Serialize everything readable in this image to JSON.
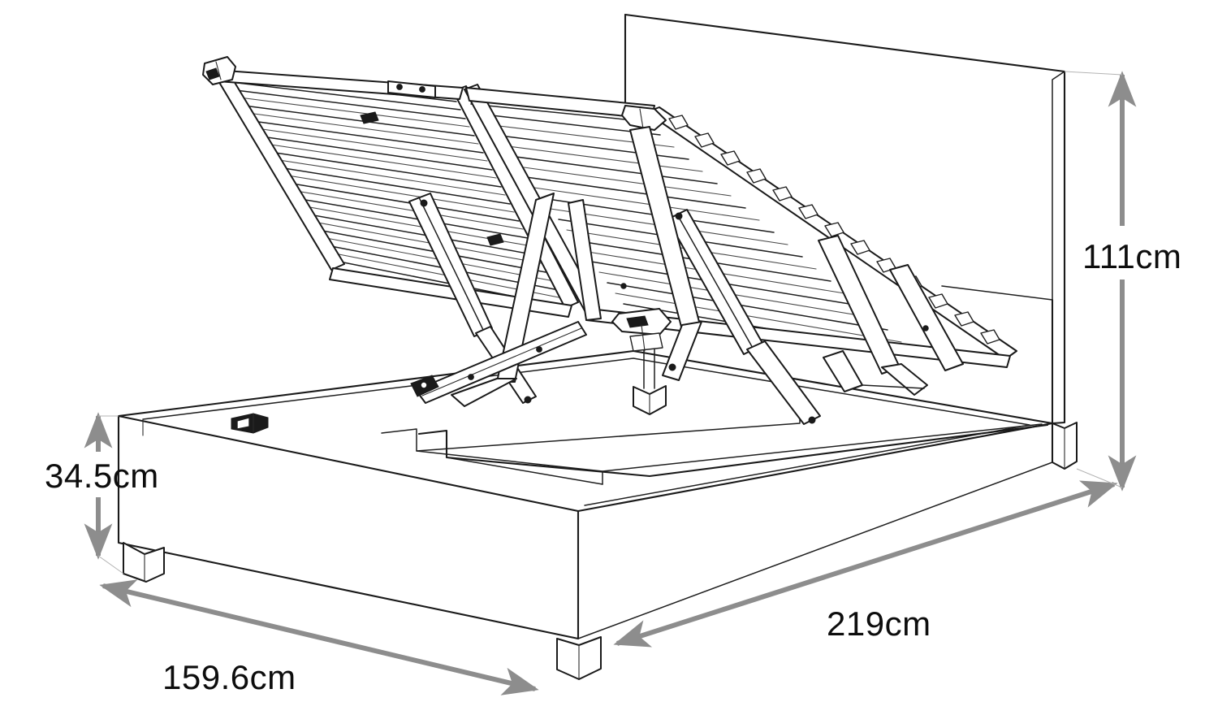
{
  "figure": {
    "kind": "technical-line-drawing",
    "subject": "Ottoman gas-lift storage bed, perspective view with slatted base raised",
    "background_color": "#ffffff",
    "line_color": "#1a1a1a",
    "dimension_arrow_color": "#8d8d8d",
    "label_color": "#0d0d0d"
  },
  "dimensions": {
    "height": {
      "name": "overall-height",
      "value": "111cm",
      "orientation": "vertical",
      "position": "right",
      "measures": "headboard top to floor"
    },
    "base_height": {
      "name": "base-height",
      "value": "34.5cm",
      "orientation": "vertical",
      "position": "left",
      "measures": "storage base top edge to floor"
    },
    "width": {
      "name": "overall-width",
      "value": "159.6cm",
      "orientation": "diagonal",
      "position": "bottom-left",
      "measures": "foot end width"
    },
    "length": {
      "name": "overall-length",
      "value": "219cm",
      "orientation": "diagonal",
      "position": "bottom-right",
      "measures": "head to foot length"
    }
  },
  "parts": {
    "headboard": "headboard-panel",
    "base": "storage-base-box",
    "slat_frame": "lifted-slatted-base",
    "gas_struts": "gas-lift-struts",
    "scissor_arms": "lift-scissor-arms",
    "feet": "corner-feet",
    "hinge_bracket": "base-hinge-bracket",
    "center_rail": "storage-center-rail"
  },
  "slats": {
    "left_panel_count": 14,
    "right_panel_count": 14
  }
}
